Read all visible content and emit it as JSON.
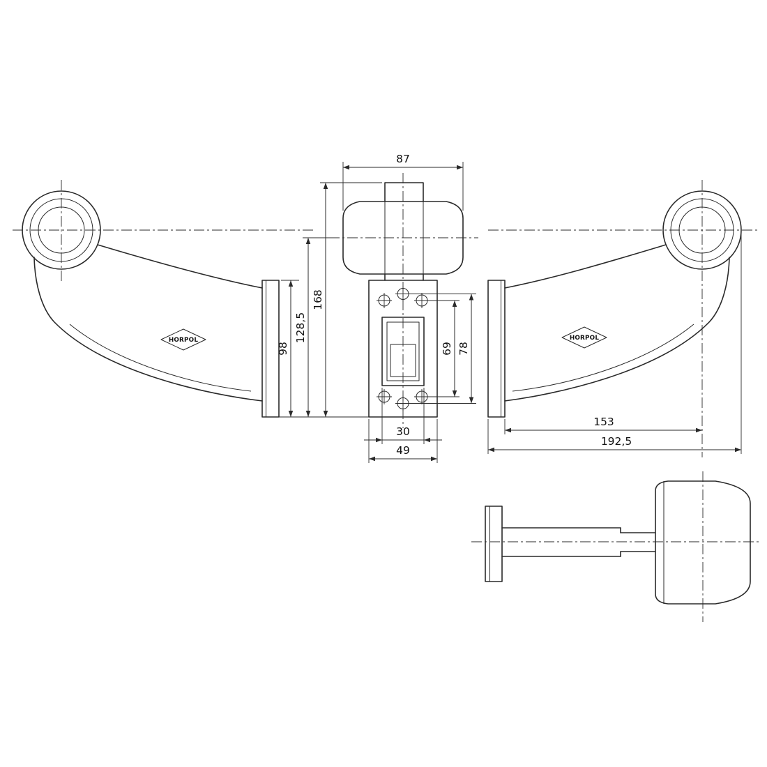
{
  "drawing": {
    "brand": "HORPOL",
    "dimensions": {
      "lens_width": "87",
      "overall_height": "168",
      "axis_to_base_height": "128,5",
      "bracket_height": "98",
      "hole_spacing_inner": "69",
      "hole_spacing_outer": "78",
      "connector_width": "30",
      "bracket_width": "49",
      "flange_to_axis_length": "153",
      "overall_length": "192,5"
    }
  }
}
